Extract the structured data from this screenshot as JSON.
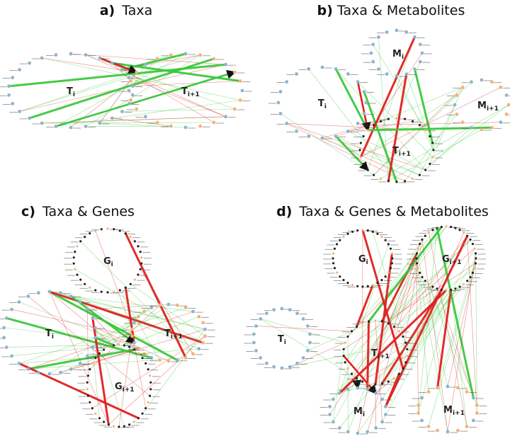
{
  "panels": [
    {
      "id": "a",
      "letter": "a)",
      "title": "Taxa"
    },
    {
      "id": "b",
      "letter": "b)",
      "title": "Taxa & Metabolites"
    },
    {
      "id": "c",
      "letter": "c)",
      "title": "Taxa & Genes"
    },
    {
      "id": "d",
      "letter": "d)",
      "title": "Taxa & Genes & Metabolites"
    }
  ],
  "cluster_labels": {
    "a_ti": {
      "base": "T",
      "sub": "i"
    },
    "a_ti1": {
      "base": "T",
      "sub": "i+1"
    },
    "b_mi": {
      "base": "M",
      "sub": "i"
    },
    "b_ti": {
      "base": "T",
      "sub": "i"
    },
    "b_mi1": {
      "base": "M",
      "sub": "i+1"
    },
    "b_ti1": {
      "base": "T",
      "sub": "i+1"
    },
    "c_gi": {
      "base": "G",
      "sub": "i"
    },
    "c_ti": {
      "base": "T",
      "sub": "i"
    },
    "c_ti1": {
      "base": "T",
      "sub": "i+1"
    },
    "c_gi1": {
      "base": "G",
      "sub": "i+1"
    },
    "d_gi": {
      "base": "G",
      "sub": "i"
    },
    "d_gi1": {
      "base": "G",
      "sub": "i+1"
    },
    "d_ti": {
      "base": "T",
      "sub": "i"
    },
    "d_ti1": {
      "base": "T",
      "sub": "i+1"
    },
    "d_mi": {
      "base": "M",
      "sub": "i"
    },
    "d_mi1": {
      "base": "M",
      "sub": "i+1"
    }
  },
  "colors": {
    "positive_edge": "#3cc83c",
    "negative_edge": "#e02020",
    "node_blue": "#8fb3cc",
    "node_orange": "#f2b27a",
    "node_dark": "#222222"
  }
}
